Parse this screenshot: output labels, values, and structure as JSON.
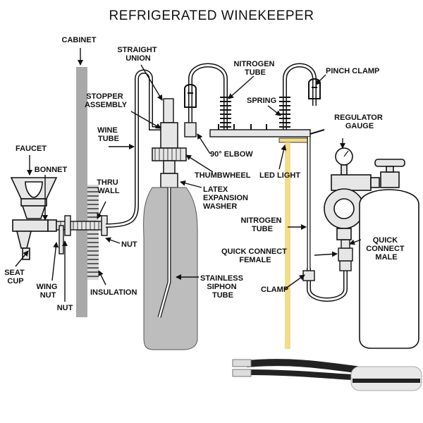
{
  "title": "REFRIGERATED WINEKEEPER",
  "labels": {
    "cabinet": "CABINET",
    "straight_union": [
      "STRAIGHT",
      "UNION"
    ],
    "nitrogen_tube_top": [
      "NITROGEN",
      "TUBE"
    ],
    "pinch_clamp": "PINCH CLAMP",
    "stopper_assembly": [
      "STOPPER",
      "ASSEMBLY"
    ],
    "spring": "SPRING",
    "regulator_gauge": [
      "REGULATOR",
      "GAUGE"
    ],
    "wine_tube": [
      "WINE",
      "TUBE"
    ],
    "faucet": "FAUCET",
    "bonnet": "BONNET",
    "elbow": "90° ELBOW",
    "thumbwheel": "THUMBWHEEL",
    "led_light": "LED LIGHT",
    "thru_wall": [
      "THRU",
      "WALL"
    ],
    "latex_washer": [
      "LATEX",
      "EXPANSION",
      "WASHER"
    ],
    "nitrogen_tube_mid": [
      "NITROGEN",
      "TUBE"
    ],
    "nut_right": "NUT",
    "quick_connect_male": [
      "QUICK",
      "CONNECT",
      "MALE"
    ],
    "quick_connect_female": [
      "QUICK CONNECT",
      "FEMALE"
    ],
    "seat_cup": [
      "SEAT",
      "CUP"
    ],
    "wing_nut": [
      "WING",
      "NUT"
    ],
    "insulation": "INSULATION",
    "siphon_tube": [
      "STAINLESS",
      "SIPHON",
      "TUBE"
    ],
    "clamp": "CLAMP",
    "nut_bottom": "NUT"
  },
  "colors": {
    "ink": "#111111",
    "cabinet": "#a9a9a9",
    "bottle": "#bdbdbd",
    "led": "#f3dc8a",
    "tank": "#ffffff"
  }
}
